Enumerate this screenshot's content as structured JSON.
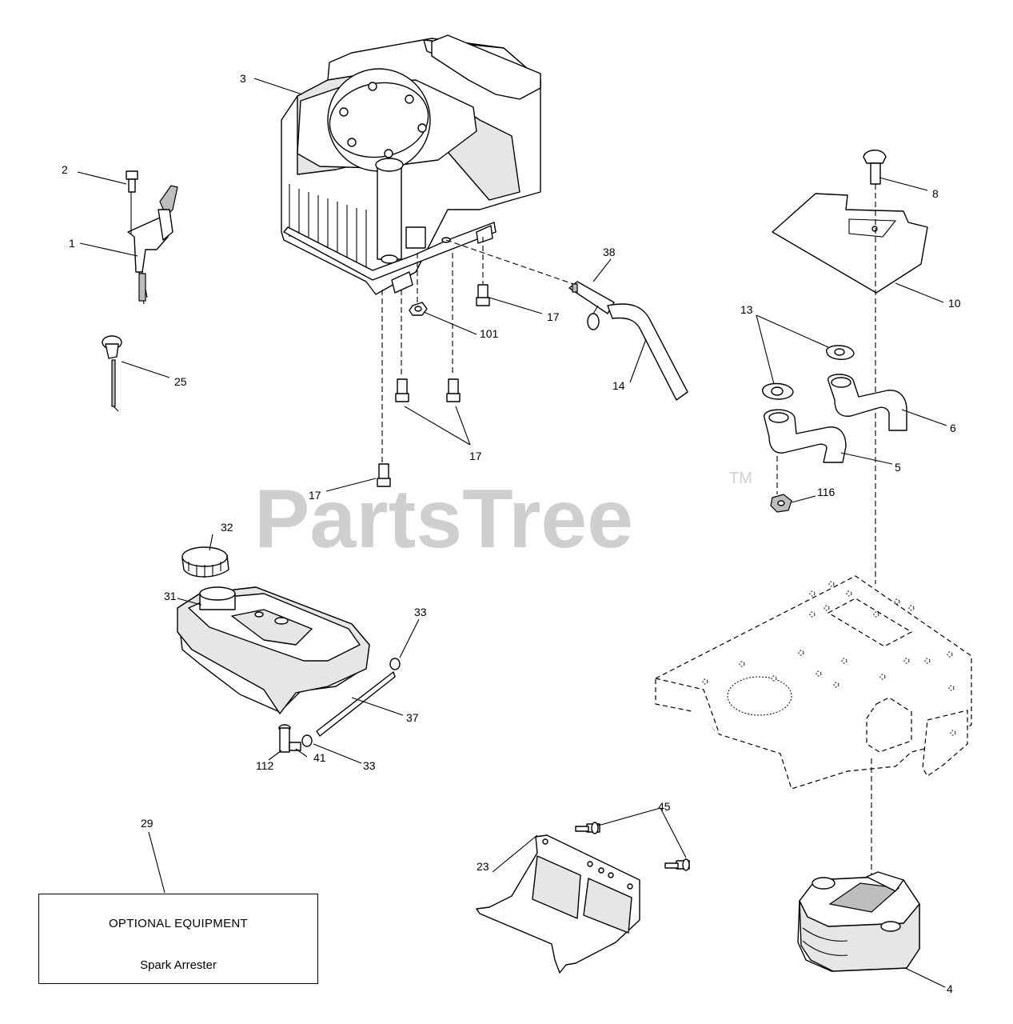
{
  "watermark": {
    "text": "PartsTree",
    "trademark": "TM"
  },
  "callouts": [
    {
      "id": "c1",
      "text": "1"
    },
    {
      "id": "c2",
      "text": "2"
    },
    {
      "id": "c3",
      "text": "3"
    },
    {
      "id": "c4",
      "text": "4"
    },
    {
      "id": "c5",
      "text": "5"
    },
    {
      "id": "c6",
      "text": "6"
    },
    {
      "id": "c8",
      "text": "8"
    },
    {
      "id": "c10",
      "text": "10"
    },
    {
      "id": "c13",
      "text": "13"
    },
    {
      "id": "c14",
      "text": "14"
    },
    {
      "id": "c17a",
      "text": "17"
    },
    {
      "id": "c17b",
      "text": "17"
    },
    {
      "id": "c17c",
      "text": "17"
    },
    {
      "id": "c23",
      "text": "23"
    },
    {
      "id": "c25",
      "text": "25"
    },
    {
      "id": "c29",
      "text": "29"
    },
    {
      "id": "c31",
      "text": "31"
    },
    {
      "id": "c32",
      "text": "32"
    },
    {
      "id": "c33a",
      "text": "33"
    },
    {
      "id": "c33b",
      "text": "33"
    },
    {
      "id": "c37",
      "text": "37"
    },
    {
      "id": "c38",
      "text": "38"
    },
    {
      "id": "c41",
      "text": "41"
    },
    {
      "id": "c45",
      "text": "45"
    },
    {
      "id": "c101",
      "text": "101"
    },
    {
      "id": "c112",
      "text": "112"
    },
    {
      "id": "c116",
      "text": "116"
    }
  ],
  "optional_equipment": {
    "title": "OPTIONAL EQUIPMENT",
    "item": "Spark Arrester"
  }
}
